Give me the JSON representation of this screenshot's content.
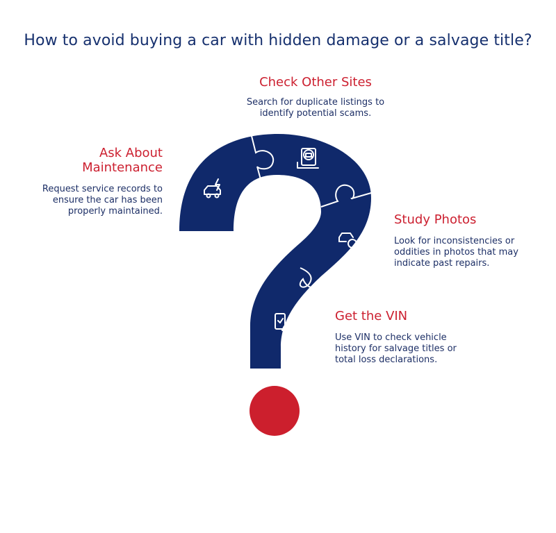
{
  "title": "How to avoid buying a car with hidden damage or a salvage title?",
  "colors": {
    "navy": "#10296b",
    "red": "#cc1f2d",
    "text": "#1d2f66"
  },
  "steps": [
    {
      "heading": "Check Other Sites",
      "description": "Search for duplicate listings to identify potential scams.",
      "icon": "car-document-icon"
    },
    {
      "heading": "Ask About Maintenance",
      "description": "Request service records to ensure the car has been properly maintained.",
      "icon": "car-repair-icon"
    },
    {
      "heading": "Study Photos",
      "description": "Look for inconsistencies or oddities in photos that may indicate past repairs.",
      "icon": "car-magnifier-icon"
    },
    {
      "heading": "Get the VIN",
      "description": "Use VIN to check vehicle history for salvage titles or total loss declarations.",
      "icon": "phone-car-icon"
    }
  ]
}
